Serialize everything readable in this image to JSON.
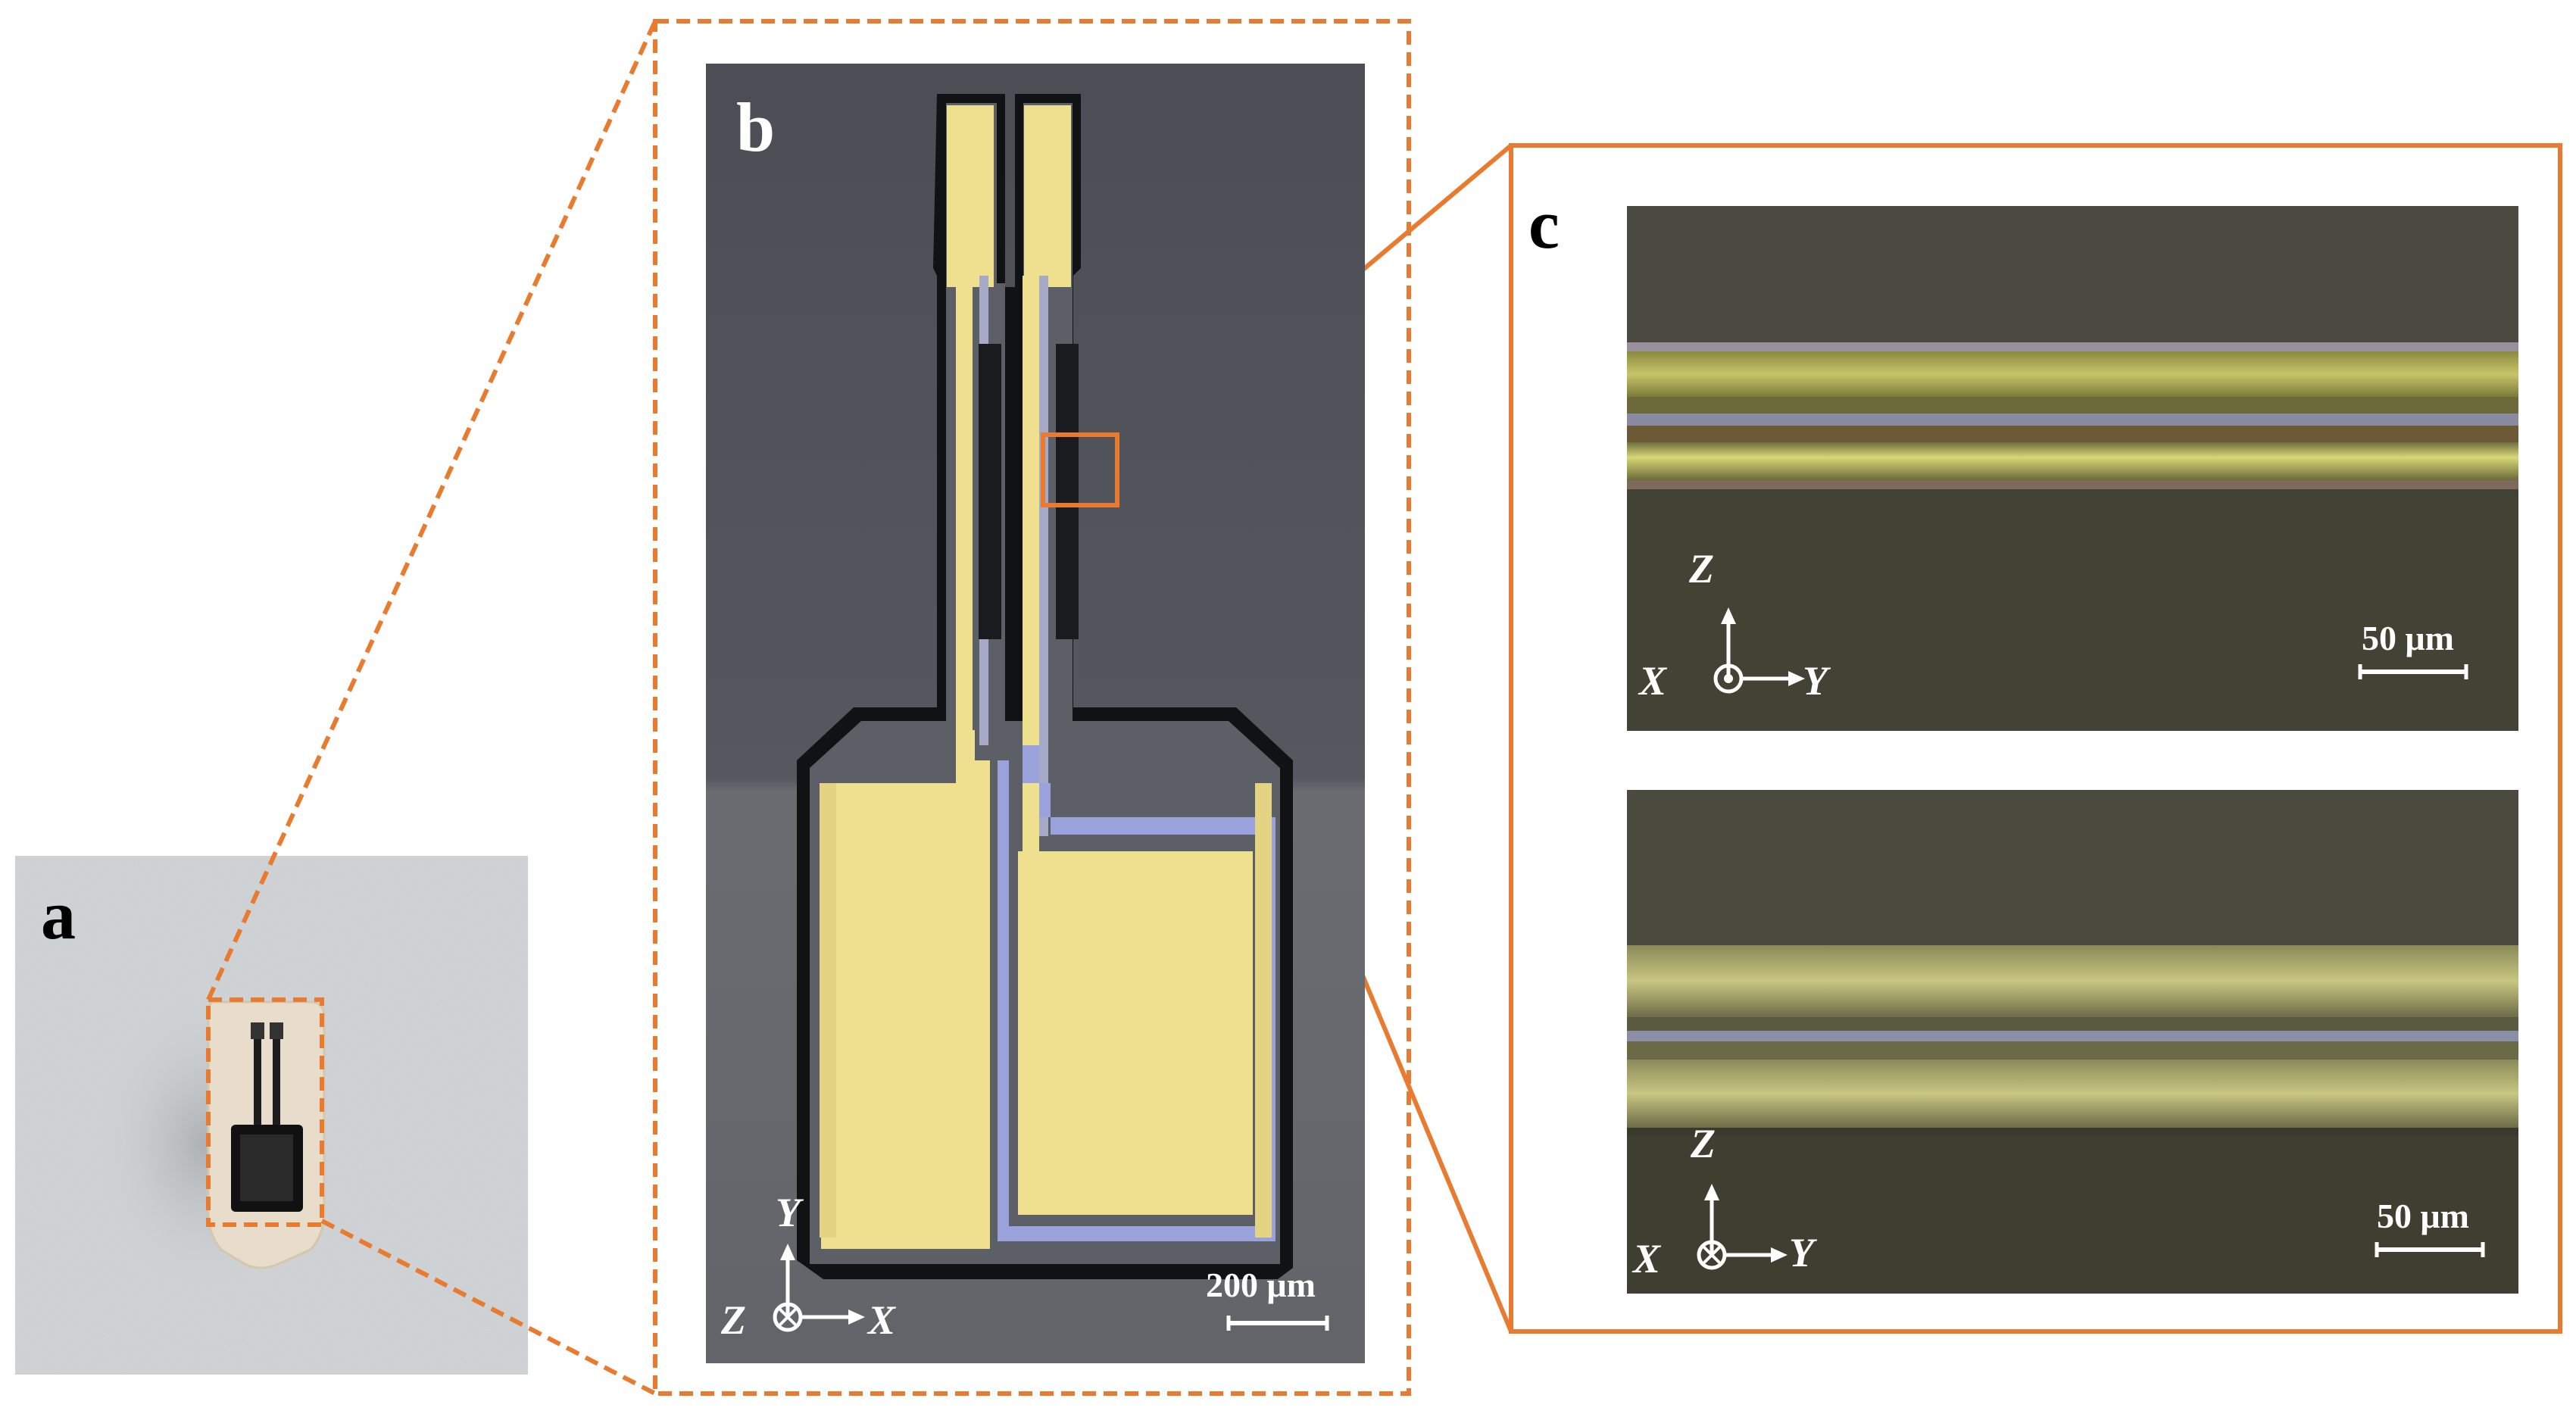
{
  "panels": {
    "a": {
      "label": "a"
    },
    "b": {
      "label": "b",
      "scale_bar": "200 μm",
      "axes": {
        "vertical": "Y",
        "horizontal": "X",
        "out_of_plane": "Z"
      }
    },
    "c": {
      "label": "c",
      "top": {
        "scale_bar": "50 μm",
        "axes": {
          "vertical": "Z",
          "horizontal": "Y",
          "out_of_plane": "X"
        }
      },
      "bottom": {
        "scale_bar": "50 μm",
        "axes": {
          "vertical": "Z",
          "horizontal": "Y",
          "out_of_plane": "X"
        }
      }
    }
  },
  "colors": {
    "highlight": "#e87b2f",
    "gold_film": "#efe08f",
    "substrate": "#555860",
    "trace_blue": "#9aa2dc",
    "background_paper": "#c9cdd0"
  }
}
